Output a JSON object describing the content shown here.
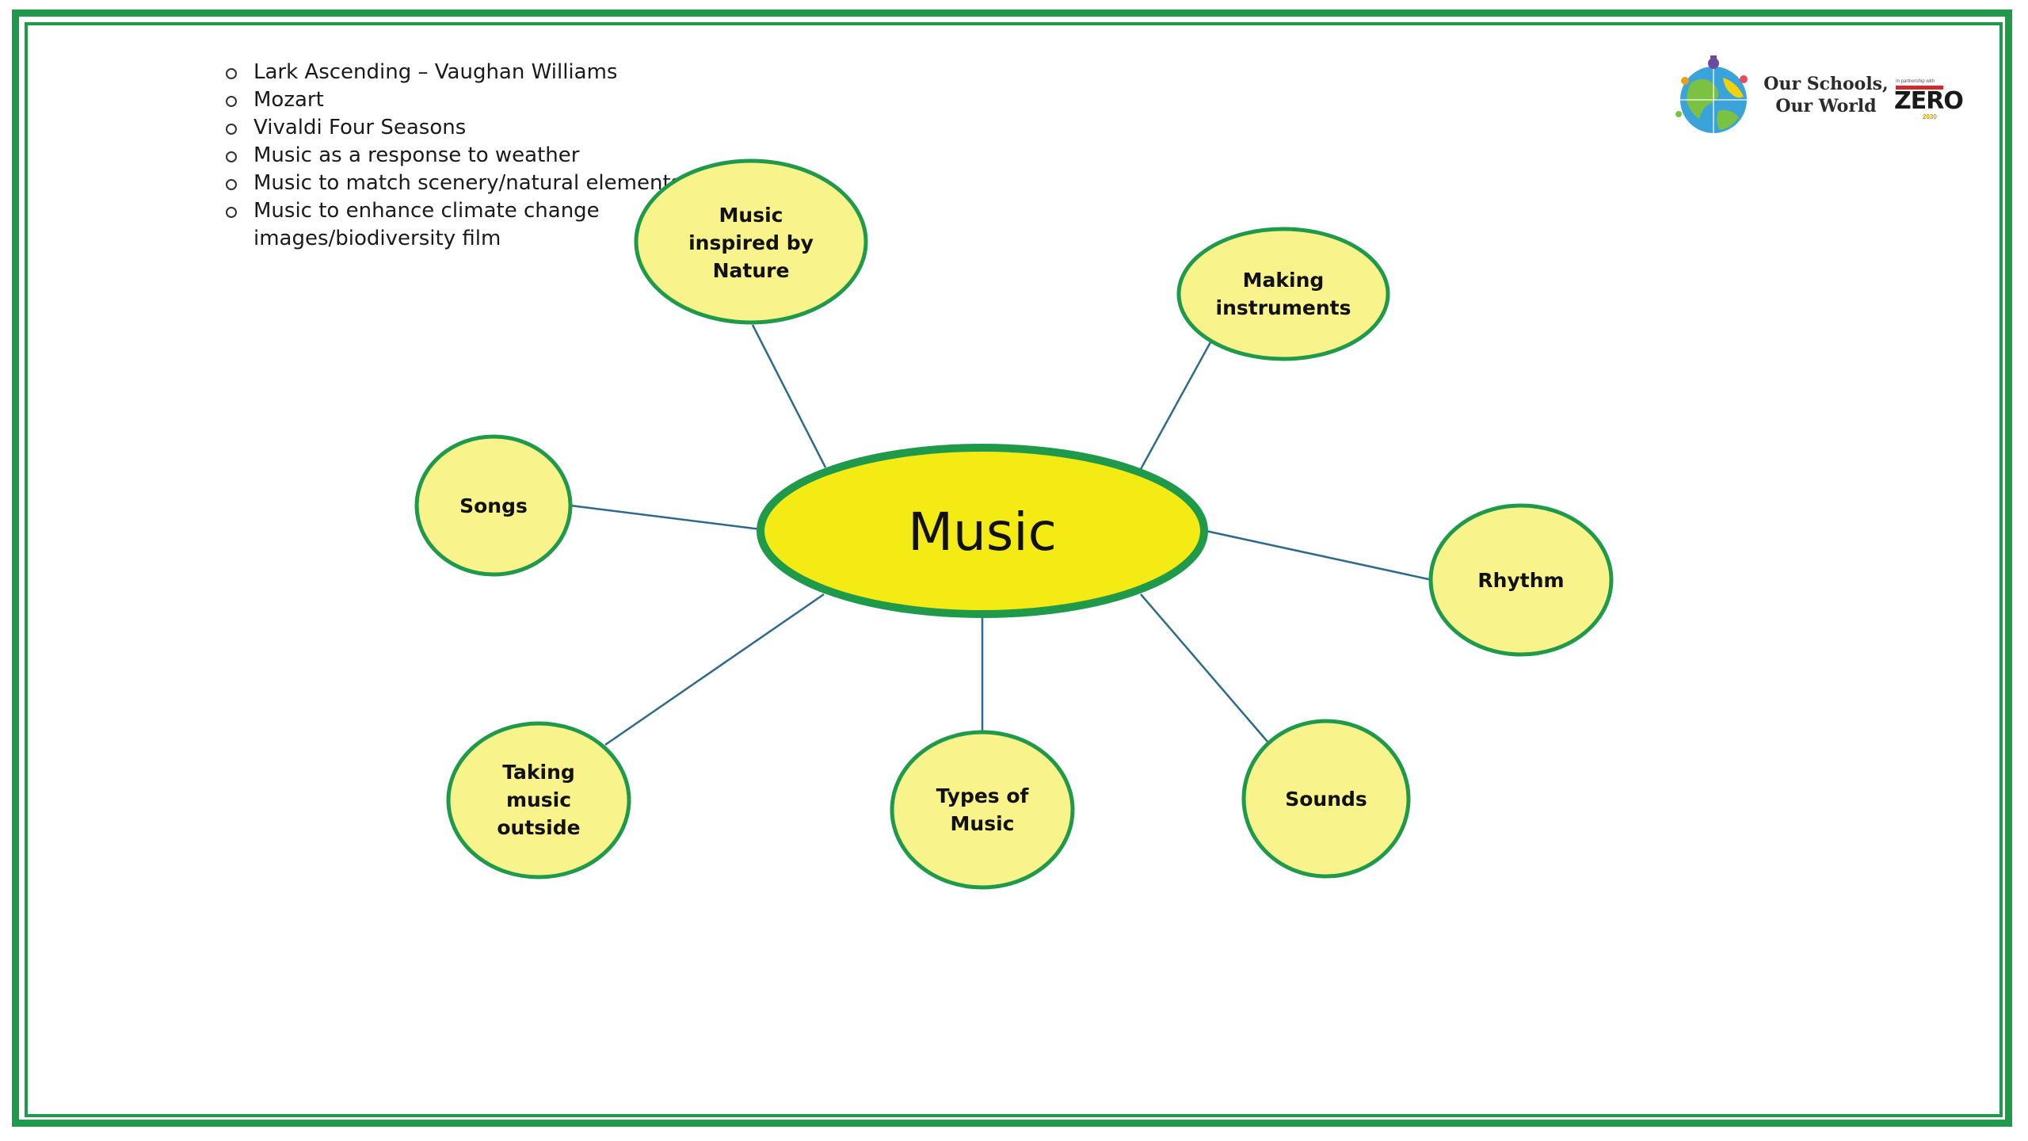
{
  "bullets": [
    "Lark Ascending – Vaughan Williams",
    "Mozart",
    "Vivaldi Four Seasons",
    "Music as a response to weather",
    "Music to match scenery/natural elements",
    "Music to enhance climate change images/biodiversity film"
  ],
  "logo": {
    "line1": "Our Schools,",
    "line2": "Our World",
    "partner": "In partnership with",
    "zero": "ZERO",
    "year": "2030"
  },
  "center": "Music",
  "nodes": {
    "nature": [
      "Music",
      "inspired by",
      "Nature"
    ],
    "instruments": [
      "Making",
      "instruments"
    ],
    "songs": [
      "Songs"
    ],
    "rhythm": [
      "Rhythm"
    ],
    "outside": [
      "Taking",
      "music",
      "outside"
    ],
    "types": [
      "Types of",
      "Music"
    ],
    "sounds": [
      "Sounds"
    ]
  },
  "colors": {
    "frame": "#1f9a4b",
    "bubble_fill": "#f8f48b",
    "bubble_stroke": "#1f9a4b",
    "center_fill": "#f4ea14",
    "connector": "#2f6a8a"
  }
}
